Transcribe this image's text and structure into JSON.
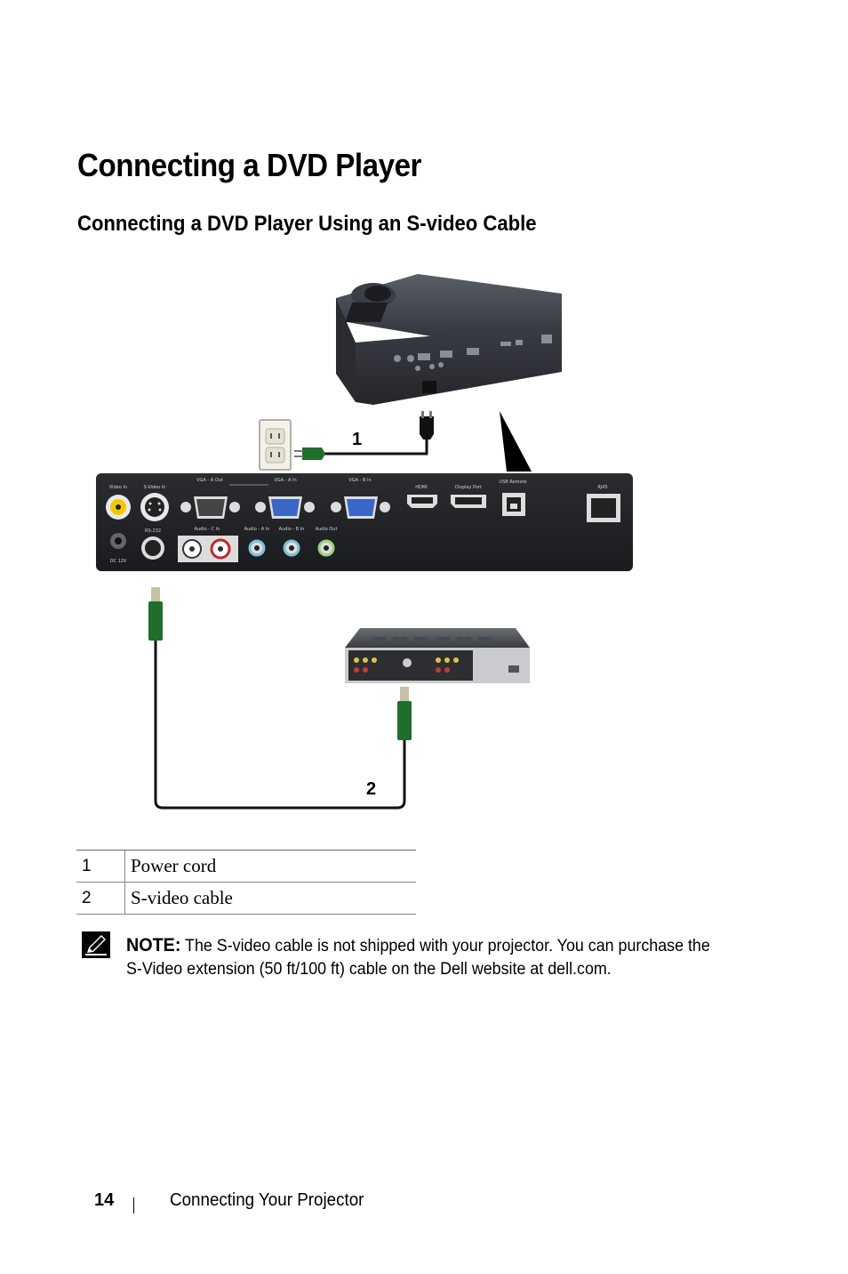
{
  "page": {
    "title": "Connecting a DVD Player",
    "subtitle": "Connecting a DVD Player Using an S-video Cable"
  },
  "diagram": {
    "callouts": [
      "1",
      "2"
    ],
    "panel_labels": [
      "Video In",
      "S-Video In",
      "VGA - A Out",
      "VGA - A In",
      "VGA - B In",
      "HDMI",
      "Display Port",
      "USB Remote",
      "RJ45",
      "RS-232",
      "Audio - C In",
      "Audio - A In",
      "Audio - B In",
      "Audio Out",
      "DC 12V"
    ]
  },
  "legend": {
    "rows": [
      {
        "num": "1",
        "label": "Power cord"
      },
      {
        "num": "2",
        "label": "S-video cable"
      }
    ]
  },
  "note": {
    "label": "NOTE:",
    "text_before": " The S-video cable is not shipped with your projector. You can purchase the S-Video extension (50 ft/100 ft) cable on the Dell website at ",
    "link": "dell.com",
    "text_after": "."
  },
  "footer": {
    "page_number": "14",
    "section": "Connecting Your Projector"
  },
  "icons": {
    "note": "pencil-note-icon"
  }
}
